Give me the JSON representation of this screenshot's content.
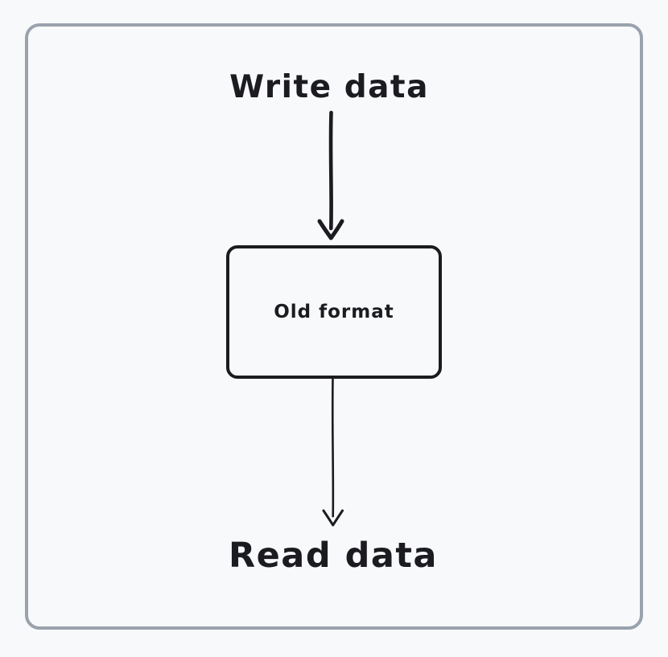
{
  "colors": {
    "background": "#f8f9fb",
    "frame_border": "#9aa2ad",
    "ink": "#1c1c20"
  },
  "diagram": {
    "top_label": "Write data",
    "node": {
      "label": "Old format"
    },
    "bottom_label": "Read data"
  }
}
